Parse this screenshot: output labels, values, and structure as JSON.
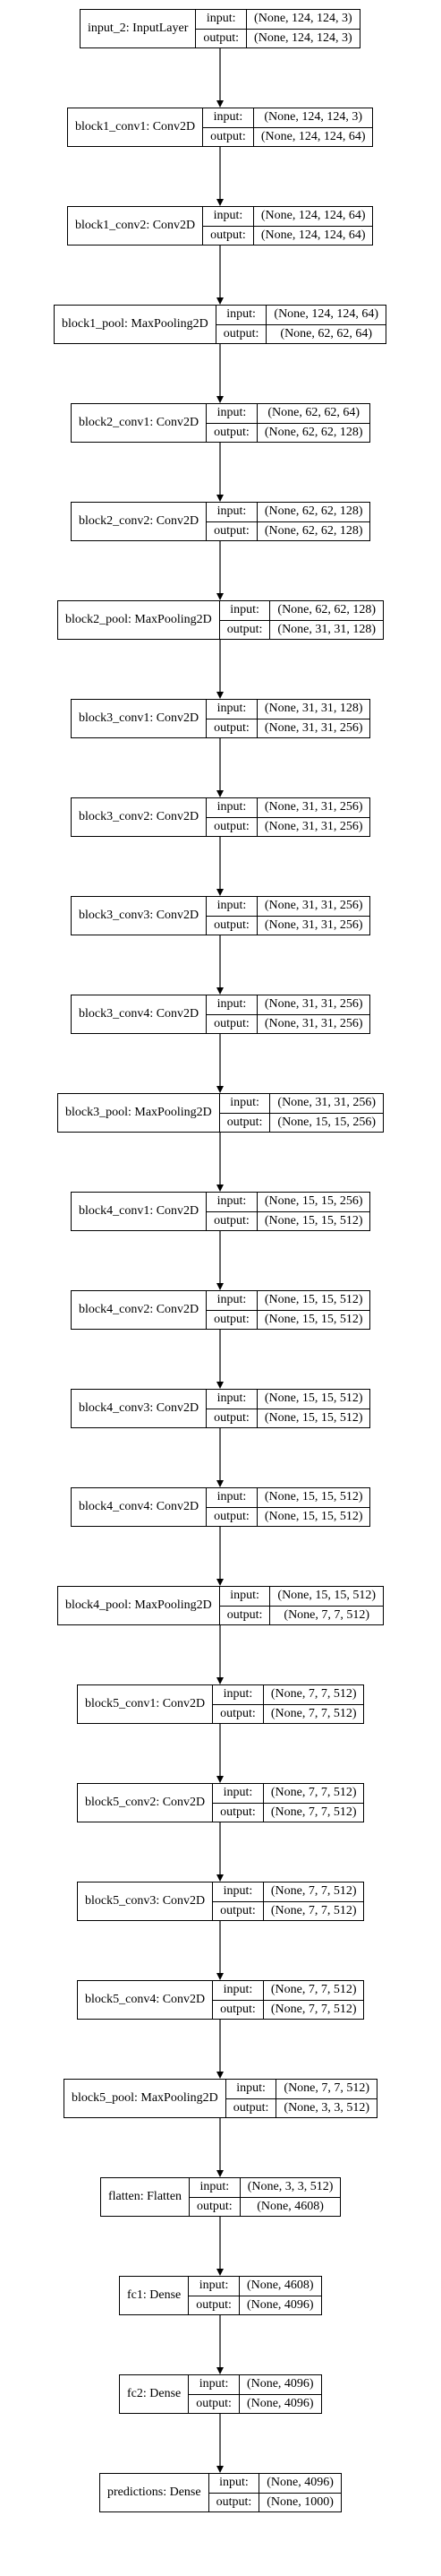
{
  "labels": {
    "input": "input:",
    "output": "output:"
  },
  "layers": [
    {
      "name": "input_2: InputLayer",
      "input": "(None, 124, 124, 3)",
      "output": "(None, 124, 124, 3)"
    },
    {
      "name": "block1_conv1: Conv2D",
      "input": "(None, 124, 124, 3)",
      "output": "(None, 124, 124, 64)"
    },
    {
      "name": "block1_conv2: Conv2D",
      "input": "(None, 124, 124, 64)",
      "output": "(None, 124, 124, 64)"
    },
    {
      "name": "block1_pool: MaxPooling2D",
      "input": "(None, 124, 124, 64)",
      "output": "(None, 62, 62, 64)"
    },
    {
      "name": "block2_conv1: Conv2D",
      "input": "(None, 62, 62, 64)",
      "output": "(None, 62, 62, 128)"
    },
    {
      "name": "block2_conv2: Conv2D",
      "input": "(None, 62, 62, 128)",
      "output": "(None, 62, 62, 128)"
    },
    {
      "name": "block2_pool: MaxPooling2D",
      "input": "(None, 62, 62, 128)",
      "output": "(None, 31, 31, 128)"
    },
    {
      "name": "block3_conv1: Conv2D",
      "input": "(None, 31, 31, 128)",
      "output": "(None, 31, 31, 256)"
    },
    {
      "name": "block3_conv2: Conv2D",
      "input": "(None, 31, 31, 256)",
      "output": "(None, 31, 31, 256)"
    },
    {
      "name": "block3_conv3: Conv2D",
      "input": "(None, 31, 31, 256)",
      "output": "(None, 31, 31, 256)"
    },
    {
      "name": "block3_conv4: Conv2D",
      "input": "(None, 31, 31, 256)",
      "output": "(None, 31, 31, 256)"
    },
    {
      "name": "block3_pool: MaxPooling2D",
      "input": "(None, 31, 31, 256)",
      "output": "(None, 15, 15, 256)"
    },
    {
      "name": "block4_conv1: Conv2D",
      "input": "(None, 15, 15, 256)",
      "output": "(None, 15, 15, 512)"
    },
    {
      "name": "block4_conv2: Conv2D",
      "input": "(None, 15, 15, 512)",
      "output": "(None, 15, 15, 512)"
    },
    {
      "name": "block4_conv3: Conv2D",
      "input": "(None, 15, 15, 512)",
      "output": "(None, 15, 15, 512)"
    },
    {
      "name": "block4_conv4: Conv2D",
      "input": "(None, 15, 15, 512)",
      "output": "(None, 15, 15, 512)"
    },
    {
      "name": "block4_pool: MaxPooling2D",
      "input": "(None, 15, 15, 512)",
      "output": "(None, 7, 7, 512)"
    },
    {
      "name": "block5_conv1: Conv2D",
      "input": "(None, 7, 7, 512)",
      "output": "(None, 7, 7, 512)"
    },
    {
      "name": "block5_conv2: Conv2D",
      "input": "(None, 7, 7, 512)",
      "output": "(None, 7, 7, 512)"
    },
    {
      "name": "block5_conv3: Conv2D",
      "input": "(None, 7, 7, 512)",
      "output": "(None, 7, 7, 512)"
    },
    {
      "name": "block5_conv4: Conv2D",
      "input": "(None, 7, 7, 512)",
      "output": "(None, 7, 7, 512)"
    },
    {
      "name": "block5_pool: MaxPooling2D",
      "input": "(None, 7, 7, 512)",
      "output": "(None, 3, 3, 512)"
    },
    {
      "name": "flatten: Flatten",
      "input": "(None, 3, 3, 512)",
      "output": "(None, 4608)"
    },
    {
      "name": "fc1: Dense",
      "input": "(None, 4608)",
      "output": "(None, 4096)"
    },
    {
      "name": "fc2: Dense",
      "input": "(None, 4096)",
      "output": "(None, 4096)"
    },
    {
      "name": "predictions: Dense",
      "input": "(None, 4096)",
      "output": "(None, 1000)"
    }
  ]
}
